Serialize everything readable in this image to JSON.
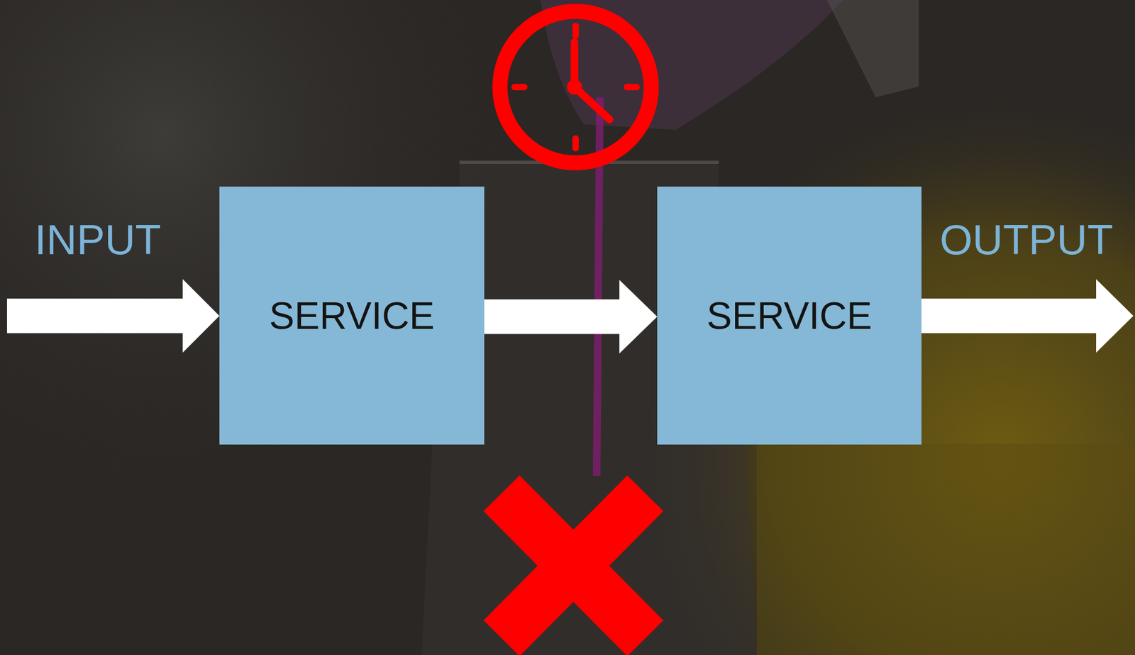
{
  "diagram": {
    "nodes": [
      {
        "text": [
          "SERVICE"
        ]
      },
      {
        "text": [
          "SERVICE"
        ]
      }
    ],
    "edges": [
      {
        "from": 0,
        "to": 1,
        "arrow": "to"
      }
    ],
    "labels": [
      "INPUT",
      "OUTPUT"
    ]
  }
}
